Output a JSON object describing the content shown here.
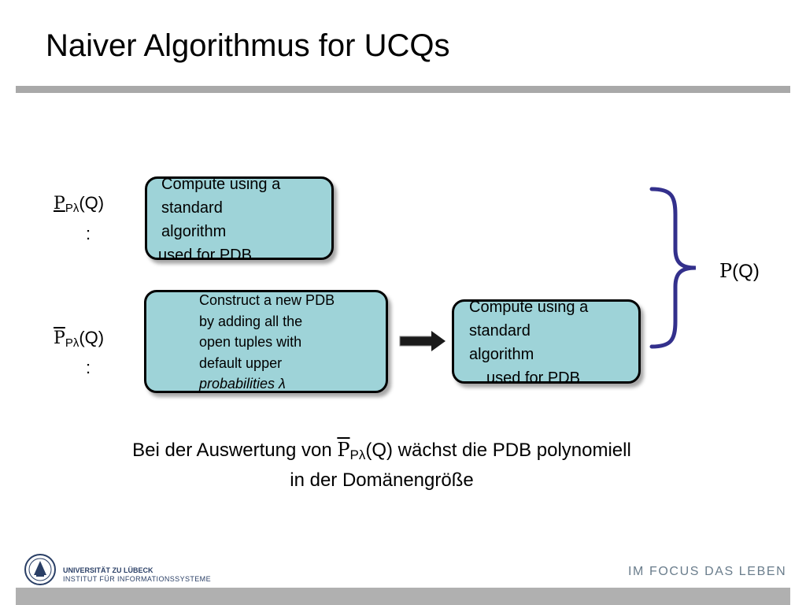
{
  "slide": {
    "title": "Naiver Algorithmus for UCQs"
  },
  "upper": {
    "symbol": "P",
    "subscript": "Pλ",
    "argument": "(Q)",
    "colon": ":",
    "box_lines": [
      "Compute using a",
      "standard",
      "algorithm",
      "used for PDB"
    ]
  },
  "lower": {
    "symbol": "P",
    "subscript": "Pλ",
    "argument": "(Q)",
    "colon": ":",
    "construct_lines": [
      "Construct a new PDB",
      "by adding all the",
      "open tuples with",
      "default upper",
      "probabilities λ"
    ],
    "compute_lines": [
      "Compute using a",
      "standard",
      "algorithm",
      "used for PDB"
    ]
  },
  "result": {
    "symbol": "P",
    "argument": "(Q)"
  },
  "note": {
    "prefix": "Bei der Auswertung von",
    "symbol": "P",
    "subscript": "Pλ",
    "argument": "(Q)",
    "suffix": "wächst die PDB polynomiell",
    "line2": "in der Domänengröße"
  },
  "footer": {
    "university": "UNIVERSITÄT ZU LÜBECK",
    "institute": "INSTITUT FÜR INFORMATIONSSYSTEME",
    "slogan": "IM FOCUS DAS LEBEN"
  },
  "colors": {
    "box_fill": "#9ed3d8",
    "brace": "#33308c",
    "bar": "#a9a9a9",
    "logo": "#2a3f66",
    "slogan": "#6a7d8c"
  }
}
